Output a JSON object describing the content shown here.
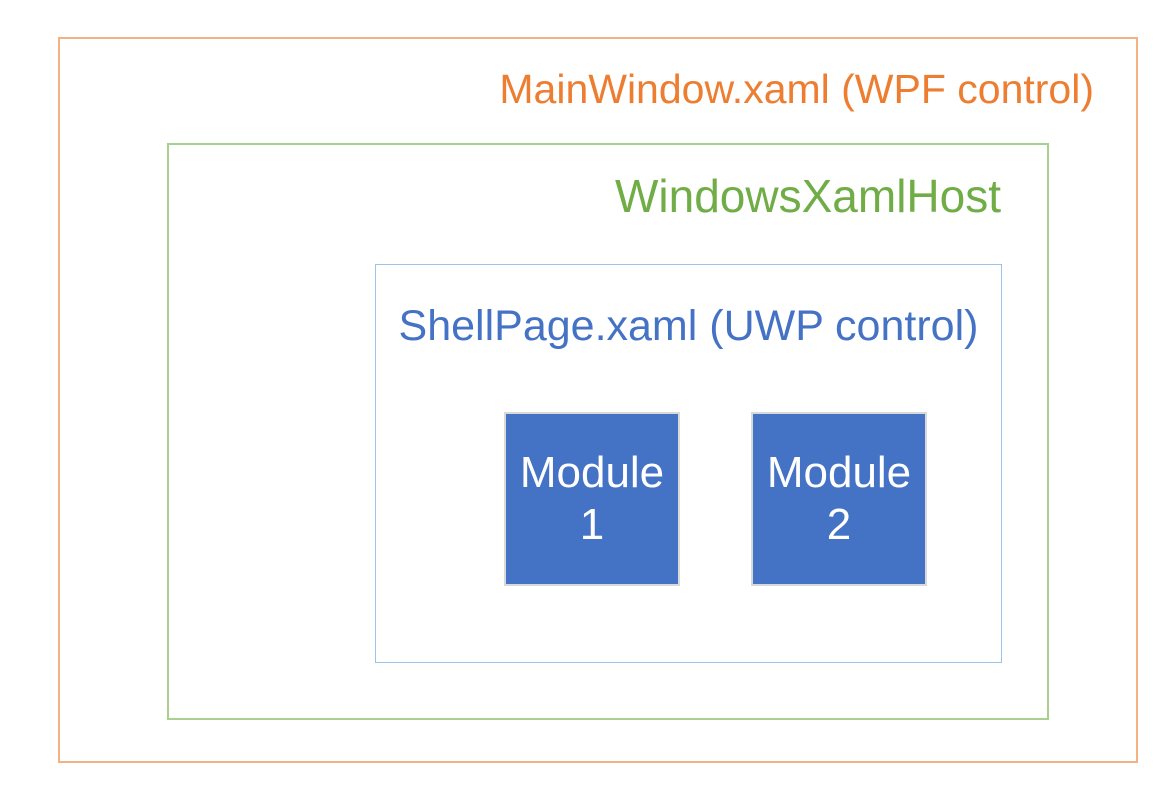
{
  "diagram": {
    "background": "#FFFFFF",
    "outer_box": {
      "label": "MainWindow.xaml (WPF control)",
      "text_color": "#ED7D31",
      "border_color": "#F4B183"
    },
    "host_box": {
      "label": "WindowsXamlHost",
      "text_color": "#70AD47",
      "border_color": "#A9D18E"
    },
    "shell_box": {
      "label": "ShellPage.xaml (UWP control)",
      "text_color": "#4472C4",
      "border_color": "#9DC3E6"
    },
    "modules": [
      {
        "line1": "Module",
        "line2": "1",
        "fill_color": "#4472C4",
        "border_color": "#D9D9D9",
        "text_color": "#FFFFFF"
      },
      {
        "line1": "Module",
        "line2": "2",
        "fill_color": "#4472C4",
        "border_color": "#D9D9D9",
        "text_color": "#FFFFFF"
      }
    ]
  }
}
